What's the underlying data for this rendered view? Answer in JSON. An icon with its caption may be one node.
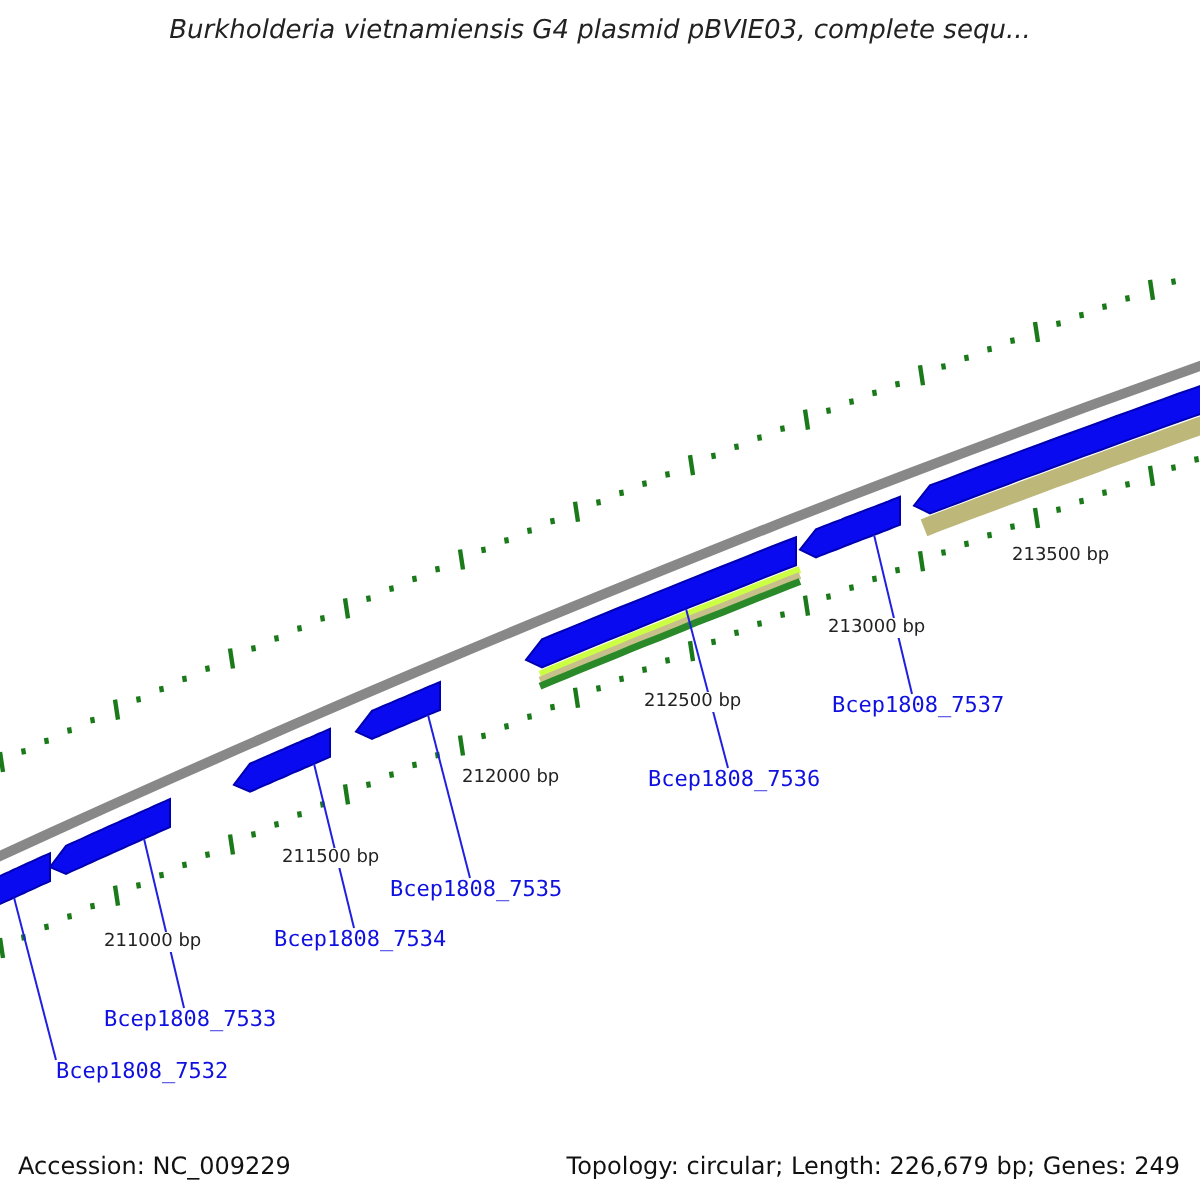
{
  "diagram": {
    "title": "Burkholderia vietnamiensis G4 plasmid pBVIE03, complete sequ...",
    "nodes": [
      {
        "text": [],
        "shape": "bar"
      },
      {
        "text": [],
        "shape": "bar"
      },
      {
        "text": [],
        "shape": "bar"
      },
      {
        "text": [],
        "shape": "bar"
      },
      {
        "text": [],
        "shape": "bar"
      },
      {
        "text": [],
        "shape": "bar"
      },
      {
        "text": [],
        "shape": "bar"
      },
      {
        "text": [
          "Bcep1808_7532"
        ]
      },
      {
        "text": [
          "Bcep1808_7533"
        ]
      },
      {
        "text": [
          "Bcep1808_7534"
        ]
      },
      {
        "text": [
          "Bcep1808_7535"
        ]
      },
      {
        "text": [
          "Bcep1808_7536"
        ]
      },
      {
        "text": [
          "Bcep1808_7537"
        ]
      }
    ],
    "edges": [
      {
        "from": 7,
        "to": 0,
        "arrow": "none"
      },
      {
        "from": 8,
        "to": 1,
        "arrow": "none"
      },
      {
        "from": 9,
        "to": 2,
        "arrow": "none"
      },
      {
        "from": 10,
        "to": 3,
        "arrow": "none"
      },
      {
        "from": 11,
        "to": 4,
        "arrow": "none"
      },
      {
        "from": 12,
        "to": 5,
        "arrow": "none"
      }
    ],
    "labels": [
      "213500 bp",
      "213000 bp",
      "212500 bp",
      "212000 bp",
      "211500 bp",
      "211000 bp",
      "Accession: NC_009229",
      "Topology: circular; Length: 226,679 bp; Genes: 249"
    ]
  }
}
